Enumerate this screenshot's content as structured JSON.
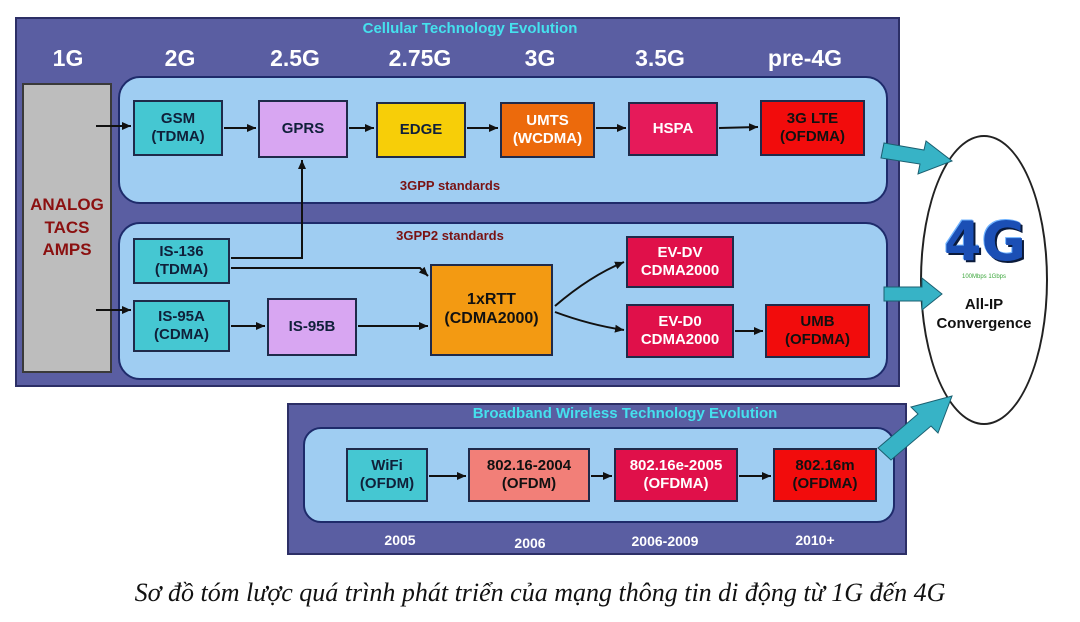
{
  "cellular": {
    "title": "Cellular Technology Evolution",
    "generations": [
      "1G",
      "2G",
      "2.5G",
      "2.75G",
      "3G",
      "3.5G",
      "pre-4G"
    ],
    "analog": [
      "ANALOG",
      "TACS",
      "AMPS"
    ],
    "threegpp_label": "3GPP standards",
    "threegpp2_label": "3GPP2 standards",
    "nodes": {
      "gsm": [
        "GSM",
        "(TDMA)"
      ],
      "gprs": [
        "GPRS"
      ],
      "edge": [
        "EDGE"
      ],
      "umts": [
        "UMTS",
        "(WCDMA)"
      ],
      "hspa": [
        "HSPA"
      ],
      "lte": [
        "3G LTE",
        "(OFDMA)"
      ],
      "is136": [
        "IS-136",
        "(TDMA)"
      ],
      "is95a": [
        "IS-95A",
        "(CDMA)"
      ],
      "is95b": [
        "IS-95B"
      ],
      "rtt": [
        "1xRTT",
        "(CDMA2000)"
      ],
      "evdv": [
        "EV-DV",
        "CDMA2000"
      ],
      "evdo": [
        "EV-D0",
        "CDMA2000"
      ],
      "umb": [
        "UMB",
        "(OFDMA)"
      ]
    }
  },
  "convergence": {
    "logo": "4G",
    "logo_sub": "100Mbps 1Gbps",
    "lines": [
      "All-IP",
      "Convergence"
    ]
  },
  "broadband": {
    "title": "Broadband Wireless Technology Evolution",
    "nodes": {
      "wifi": [
        "WiFi",
        "(OFDM)"
      ],
      "w2004": [
        "802.16-2004",
        "(OFDM)"
      ],
      "w2005": [
        "802.16e-2005",
        "(OFDMA)"
      ],
      "w16m": [
        "802.16m",
        "(OFDMA)"
      ]
    },
    "years": [
      "2005",
      "2006",
      "2006-2009",
      "2010+"
    ]
  },
  "caption": "Sơ đồ tóm lược quá trình phát triển của mạng thông tin di động từ 1G đến 4G",
  "colors": {
    "panel": "#5a5ea2",
    "inner": "#9fcdf2",
    "title": "#45e1ee",
    "big_arrow": "#37b3c6"
  }
}
